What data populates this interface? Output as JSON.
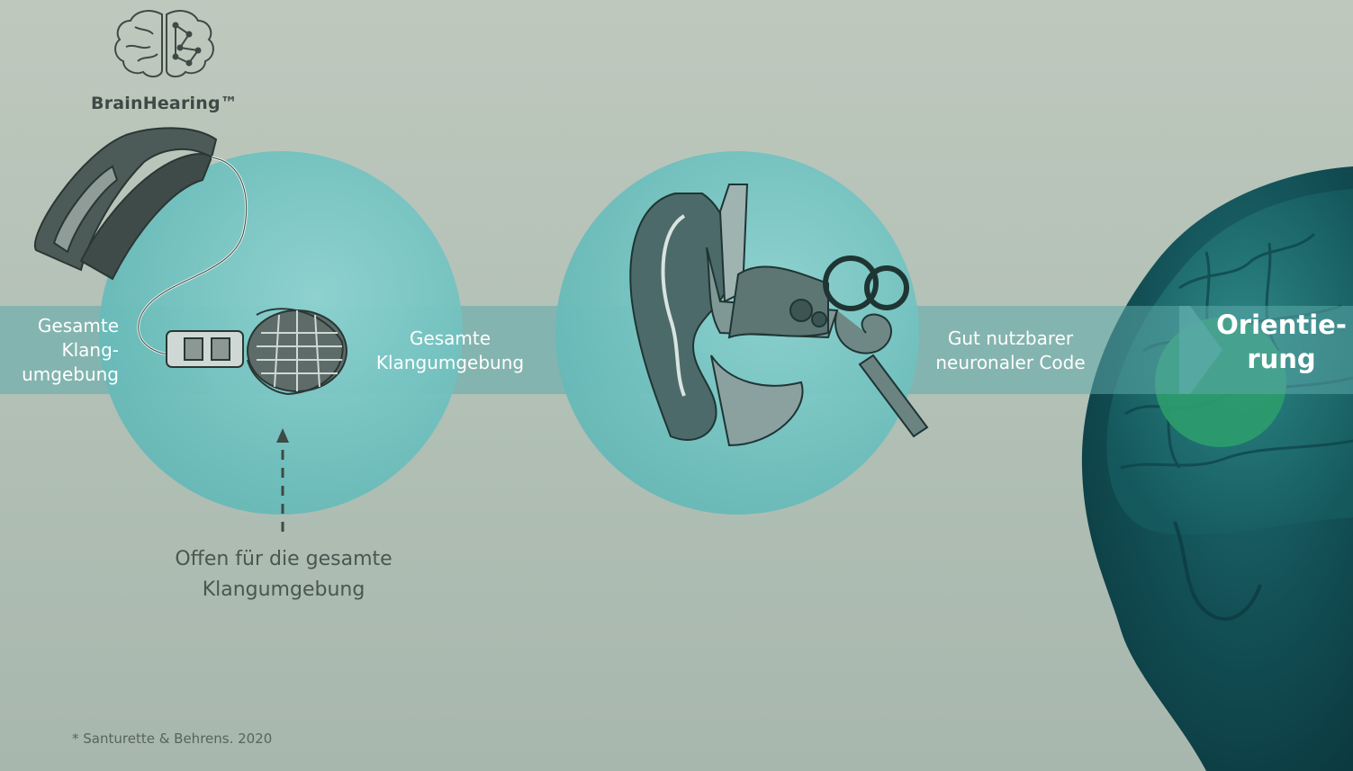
{
  "logo": {
    "text": "BrainHearing™",
    "icon": "brain-icon"
  },
  "flow": {
    "step1_lines": [
      "Gesamte",
      "Klang-",
      "umgebung"
    ],
    "step2_lines": [
      "Gesamte",
      "Klangumgebung"
    ],
    "step3_lines": [
      "Gut nutzbarer",
      "neuronaler Code"
    ],
    "result_lines": [
      "Orientie-",
      "rung"
    ]
  },
  "open_note_lines": [
    "Offen für die gesamte",
    "Klangumgebung"
  ],
  "footnote": "* Santurette & Behrens. 2020",
  "colors": {
    "band": "#5caaaa",
    "circle": "#7cc6c4",
    "head": "#0f4a50",
    "highlight": "#2c9c6c",
    "text_dark": "#3d4a45"
  }
}
